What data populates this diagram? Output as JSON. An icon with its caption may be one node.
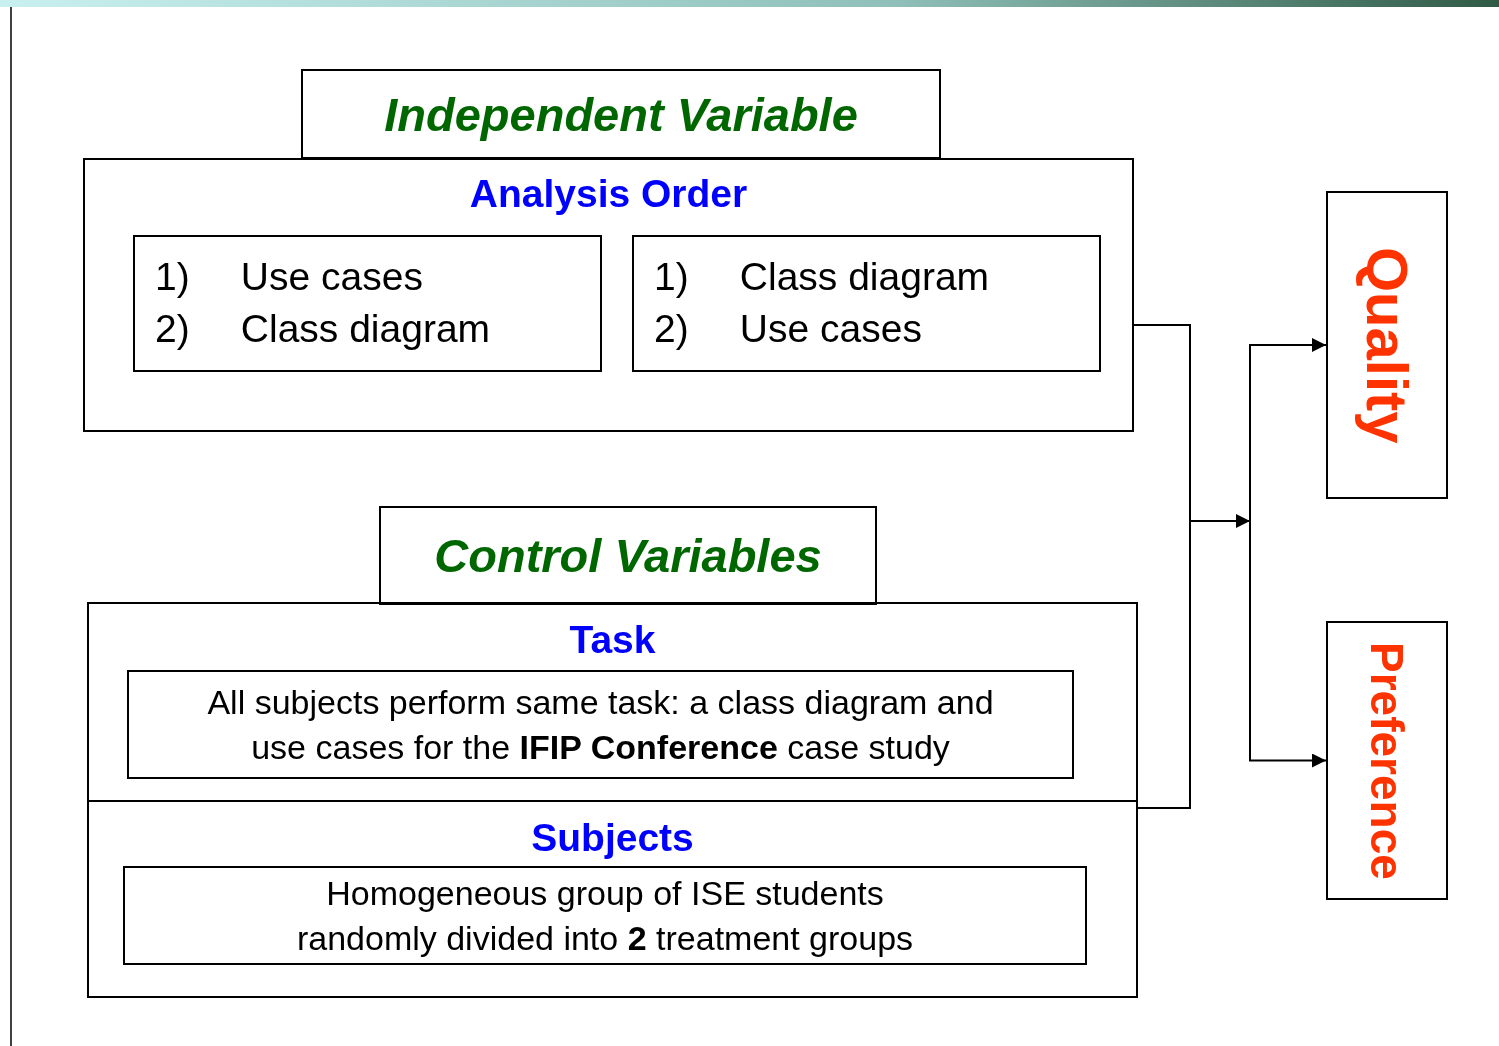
{
  "diagram": {
    "nodes": [
      {
        "text": [
          "Independent Variable"
        ]
      },
      {
        "text": [
          "Analysis Order"
        ]
      },
      {
        "text": [
          "1) Use cases",
          "2) Class diagram"
        ],
        "in": 1
      },
      {
        "text": [
          "1) Class diagram",
          "2) Use cases"
        ],
        "in": 1
      },
      {
        "text": [
          "Control Variables"
        ]
      },
      {
        "text": [],
        "shape": "box"
      },
      {
        "text": [
          "Task"
        ],
        "in": 5
      },
      {
        "text": [
          "All subjects perform same task: a class diagram and use cases for the **IFIP Conference** case study"
        ],
        "in": 6
      },
      {
        "text": [
          "Subjects"
        ],
        "in": 5
      },
      {
        "text": [
          "Homogeneous group of ISE students randomly divided into **2** treatment groups"
        ],
        "in": 8
      },
      {
        "text": [
          "Quality"
        ]
      },
      {
        "text": [
          "Preference"
        ]
      }
    ],
    "edges": [
      {
        "from": 1,
        "to": 10,
        "arrow": "to"
      },
      {
        "from": 1,
        "to": 11,
        "arrow": "to"
      },
      {
        "from": 5,
        "to": 10,
        "arrow": "to"
      },
      {
        "from": 5,
        "to": 11,
        "arrow": "to"
      }
    ]
  }
}
